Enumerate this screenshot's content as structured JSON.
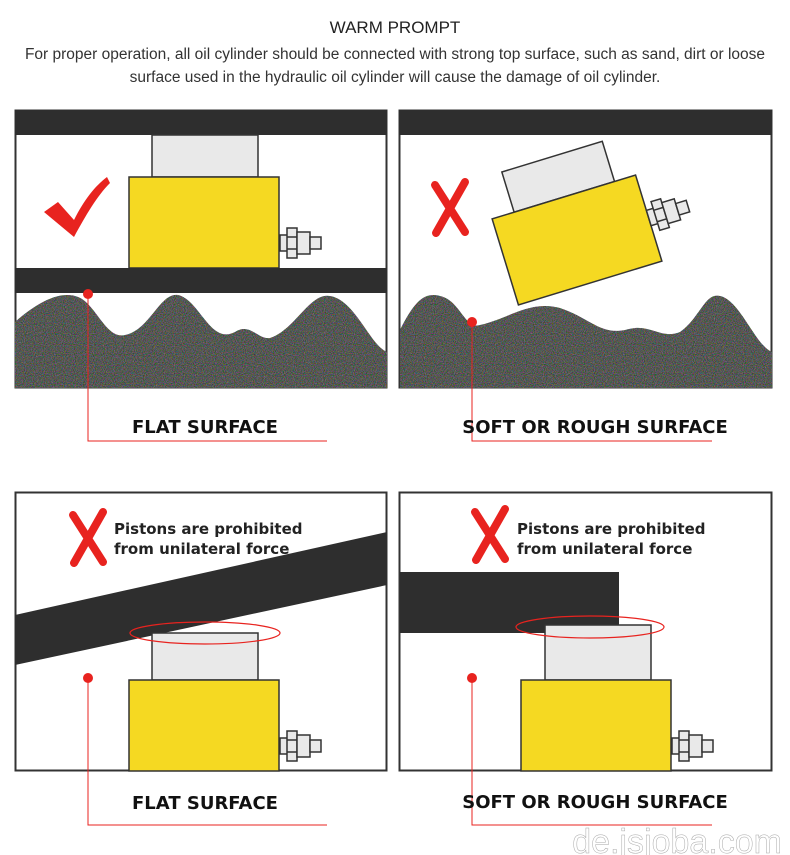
{
  "header": {
    "title": "WARM PROMPT",
    "description": "For proper operation, all oil cylinder should be connected with strong top surface, such as sand, dirt or loose surface used in the hydraulic oil cylinder will cause the damage of oil cylinder."
  },
  "panels": [
    {
      "label": "FLAT SURFACE",
      "mark": "check-icon"
    },
    {
      "label": "SOFT OR ROUGH SURFACE",
      "mark": "cross-icon"
    },
    {
      "label": "FLAT SURFACE",
      "mark": "cross-icon",
      "note_line1": "Pistons are prohibited",
      "note_line2": "from unilateral force"
    },
    {
      "label": "SOFT OR ROUGH SURFACE",
      "mark": "cross-icon",
      "note_line1": "Pistons are prohibited",
      "note_line2": "from unilateral force"
    }
  ],
  "watermark": "de.jsjoba.com",
  "colors": {
    "red": "#e8231f",
    "yellow": "#f5d922",
    "dark": "#2e2e2e",
    "gray": "#e9e9e9"
  }
}
